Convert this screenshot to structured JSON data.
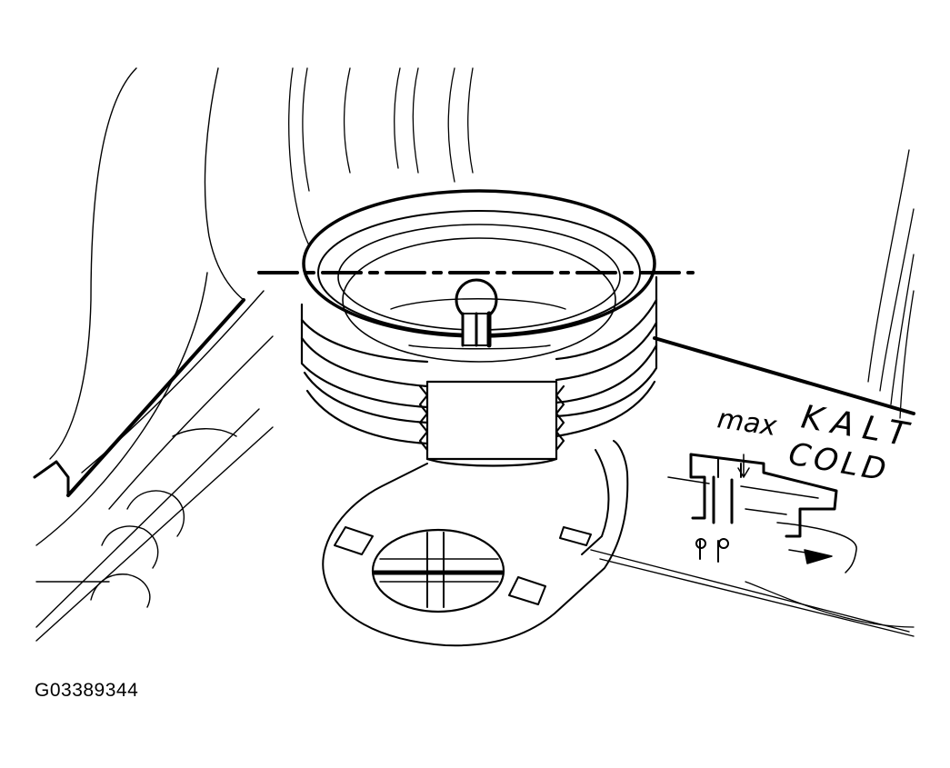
{
  "figure": {
    "labels": {
      "max": "max",
      "kalt": "KALT",
      "cold": "COLD"
    },
    "figure_id": "G03389344"
  }
}
